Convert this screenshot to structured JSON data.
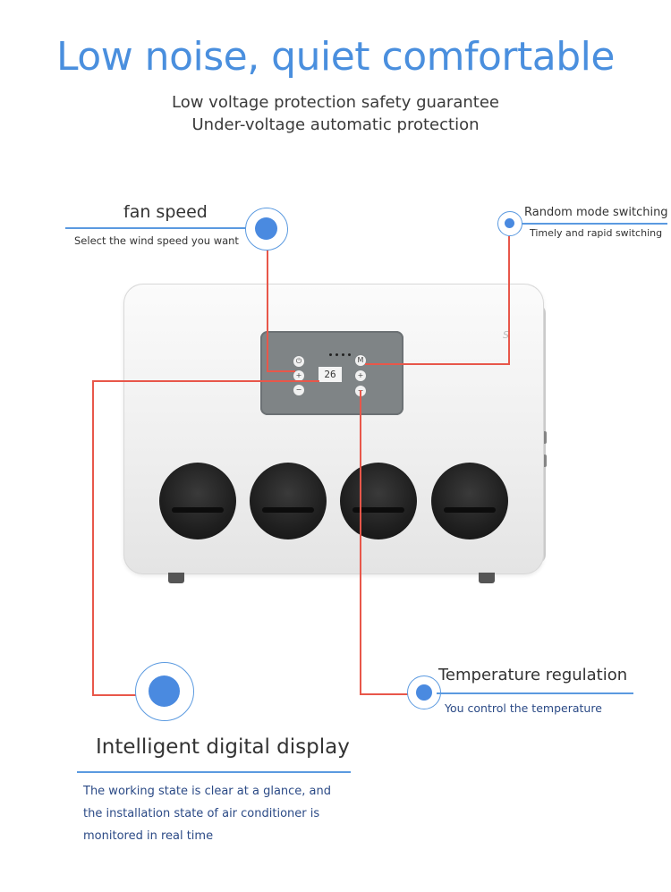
{
  "header": {
    "title": "Low noise, quiet comfortable",
    "subtitle_line1": "Low voltage protection safety guarantee",
    "subtitle_line2": "Under-voltage automatic protection"
  },
  "features": {
    "fan_speed": {
      "title": "fan speed",
      "desc": "Select the wind speed you want"
    },
    "random_mode": {
      "title": "Random mode switching",
      "desc": "Timely and rapid switching"
    },
    "temperature": {
      "title": "Temperature regulation",
      "desc": "You control the temperature"
    },
    "display": {
      "title": "Intelligent digital display",
      "desc_line1": "The working state is clear at a glance, and",
      "desc_line2": "the installation state of air conditioner is",
      "desc_line3": "monitored in real time"
    }
  },
  "device": {
    "lcd_value": "26",
    "buttons": {
      "power": "⏻",
      "plus": "+",
      "minus": "−",
      "mode": "M",
      "plus2": "+",
      "down": "−"
    }
  },
  "colors": {
    "accent": "#4a8fde",
    "connector": "#e8574a",
    "panel": "#7f8486"
  }
}
